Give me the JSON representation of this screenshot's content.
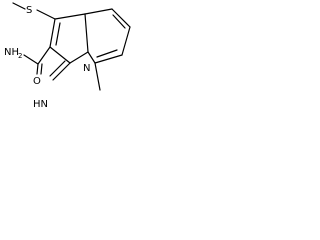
{
  "molecule": {
    "atoms": {
      "s": "S",
      "nh2": "NH",
      "nh2_sub": "2",
      "o": "O",
      "hn": "HN",
      "n_ring": "N"
    }
  }
}
